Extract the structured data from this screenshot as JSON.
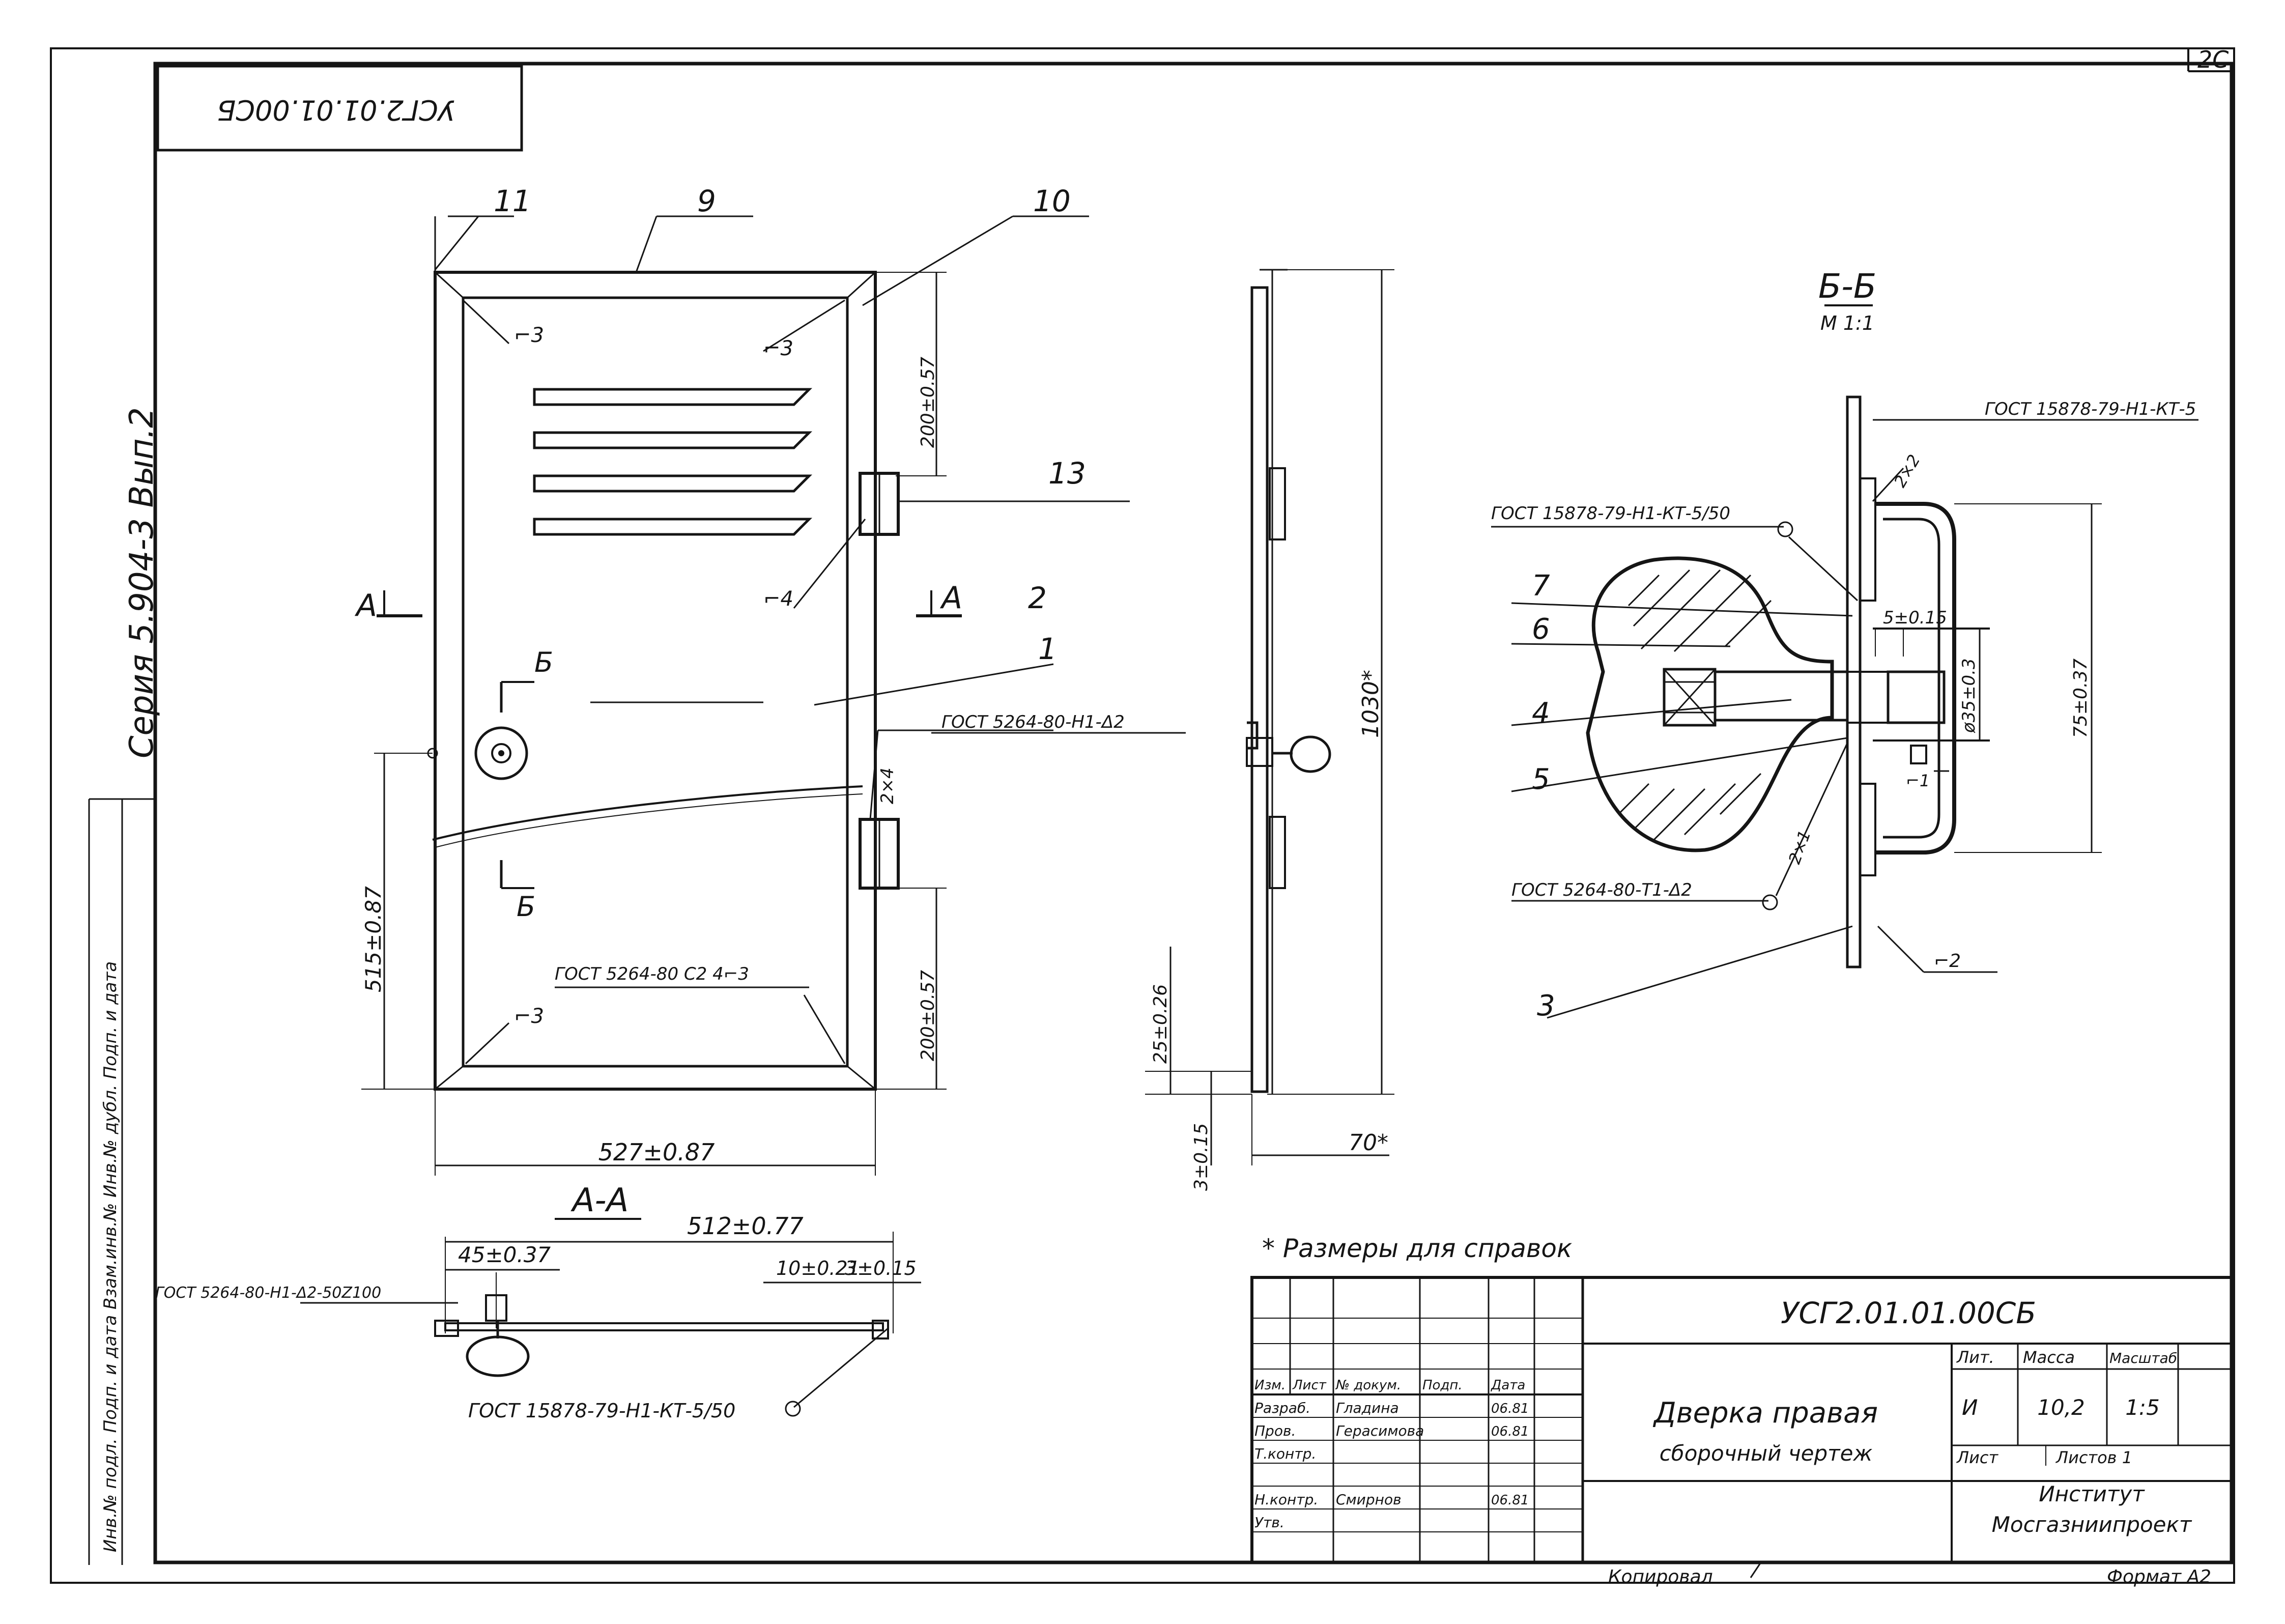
{
  "sheet": {
    "corner_number": "2C",
    "stamp_top_left": "УСГ2.01.01.00СБ",
    "series_vertical": "Серия 5.904-3  Вып.2",
    "left_margin_labels": "Инв.№ подл.  Подп. и дата  Взам.инв.№  Инв.№ дубл.  Подп. и дата",
    "bottom_copied": "Копировал",
    "bottom_format": "Формат А2"
  },
  "front_view": {
    "callouts": [
      "11",
      "9",
      "10",
      "13",
      "2",
      "1"
    ],
    "weld_marks": {
      "top_left": "⌐3",
      "top_right": "⌐3",
      "hinge": "⌐4",
      "bottom_left": "⌐3"
    },
    "section_marks": {
      "a_left": "А",
      "a_right": "А",
      "b_top": "Б",
      "b_bottom": "Б"
    },
    "dimensions": {
      "top_hinge": "200±0.57",
      "bottom_hinge": "200±0.57",
      "lock_height": "515±0.87",
      "width": "527±0.87",
      "hinge_weld": "2×4"
    },
    "standards": {
      "hinge_weld_std": "ГОСТ 5264-80-Н1-Δ2",
      "bottom_weld_std": "ГОСТ 5264-80  С2  4⌐3"
    }
  },
  "side_view": {
    "height": "1030*",
    "offset_bottom": "25±0.26",
    "thickness": "3±0.15",
    "depth": "70*"
  },
  "section_aa": {
    "title": "А-А",
    "width": "512±0.77",
    "handle_offset": "45±0.37",
    "edge": "10±0.21",
    "thickness": "3±0.15",
    "std_weld": "ГОСТ 5264-80-Н1-Δ2-50Z100",
    "std_spot": "ГОСТ 15878-79-Н1-КТ-5/50"
  },
  "section_bb": {
    "title": "Б-Б",
    "scale": "М 1:1",
    "std_top": "ГОСТ 15878-79-Н1-КТ-5",
    "std_left": "ГОСТ 15878-79-Н1-КТ-5/50",
    "std_bottom": "ГОСТ 5264-80-Т1-Δ2",
    "callouts": [
      "7",
      "6",
      "4",
      "5",
      "3"
    ],
    "weld_top": "2×2",
    "weld_mid": "2×1",
    "weld_num1": "⌐1",
    "weld_num2": "⌐2",
    "dims": {
      "gap": "5±0.15",
      "dia": "ø35±0.3",
      "height": "75±0.37"
    }
  },
  "reference_note": "* Размеры для справок",
  "title_block": {
    "doc_code": "УСГ2.01.01.00СБ",
    "title_line1": "Дверка правая",
    "title_line2": "сборочный чертеж",
    "head_labels": [
      "Изм.",
      "Лист",
      "№ докум.",
      "Подп.",
      "Дата"
    ],
    "rows": [
      {
        "role": "Разраб.",
        "name": "Гладина",
        "date": "06.81"
      },
      {
        "role": "Пров.",
        "name": "Герасимова",
        "date": "06.81"
      },
      {
        "role": "Т.контр.",
        "name": "",
        "date": ""
      },
      {
        "role": "",
        "name": "",
        "date": ""
      },
      {
        "role": "Н.контр.",
        "name": "Смирнов",
        "date": "06.81"
      },
      {
        "role": "Утв.",
        "name": "",
        "date": ""
      }
    ],
    "lit_label": "Лит.",
    "mass_label": "Масса",
    "scale_label": "Масштаб",
    "lit": "И",
    "mass": "10,2",
    "scale": "1:5",
    "sheet_label": "Лист",
    "sheets_label": "Листов 1",
    "org_line1": "Институт",
    "org_line2": "Мосгазниипроект"
  }
}
